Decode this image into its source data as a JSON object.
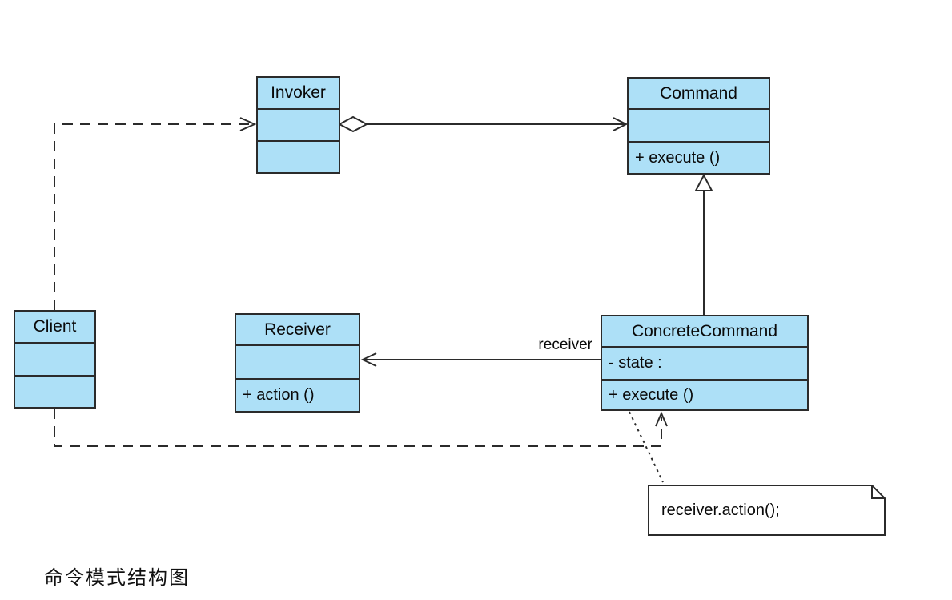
{
  "caption": "命令模式结构图",
  "classes": {
    "invoker": {
      "name": "Invoker",
      "attributes": "",
      "operations": ""
    },
    "command": {
      "name": "Command",
      "attributes": "",
      "operations": "+ execute ()"
    },
    "client": {
      "name": "Client",
      "attributes": "",
      "operations": ""
    },
    "receiver": {
      "name": "Receiver",
      "attributes": "",
      "operations": "+ action ()"
    },
    "concrete_command": {
      "name": "ConcreteCommand",
      "attributes": "- state :",
      "operations": "+ execute ()"
    }
  },
  "labels": {
    "association_role": "receiver"
  },
  "note": {
    "text": "receiver.action();"
  },
  "relationships": [
    {
      "type": "dependency",
      "from": "Client",
      "to": "Invoker",
      "style": "dashed, open arrow"
    },
    {
      "type": "aggregation",
      "from": "Invoker",
      "to": "Command",
      "style": "solid, hollow diamond at Invoker, open arrow at Command"
    },
    {
      "type": "generalization",
      "from": "ConcreteCommand",
      "to": "Command",
      "style": "solid, hollow triangle"
    },
    {
      "type": "association",
      "from": "ConcreteCommand",
      "to": "Receiver",
      "label": "receiver",
      "style": "solid, open arrow"
    },
    {
      "type": "dependency",
      "from": "Client",
      "to": "ConcreteCommand",
      "style": "dashed, open arrow"
    },
    {
      "type": "note-anchor",
      "from": "ConcreteCommand",
      "to": "note",
      "style": "dotted"
    }
  ],
  "colors": {
    "box_fill": "#ade0f7",
    "box_border": "#2b2b2b",
    "line": "#2b2b2b",
    "text": "#0a0a0a",
    "background": "#ffffff"
  }
}
